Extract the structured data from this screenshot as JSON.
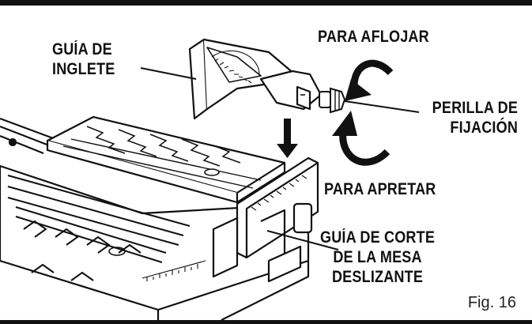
{
  "labels": {
    "miter_gauge": [
      "GUÍA DE",
      "INGLETE"
    ],
    "loosen": "PARA AFLOJAR",
    "lock_knob": [
      "PERILLA DE",
      "FIJACIÓN"
    ],
    "tighten": "PARA APRETAR",
    "sliding_table_guide": [
      "GUÍA DE CORTE",
      "DE LA MESA",
      "DESLIZANTE"
    ]
  },
  "figure_caption": "Fig. 16",
  "colors": {
    "ink": "#111111",
    "background": "#ffffff"
  },
  "icons": [
    "loosen-arrow-icon",
    "tighten-arrow-icon",
    "down-arrow-icon"
  ]
}
